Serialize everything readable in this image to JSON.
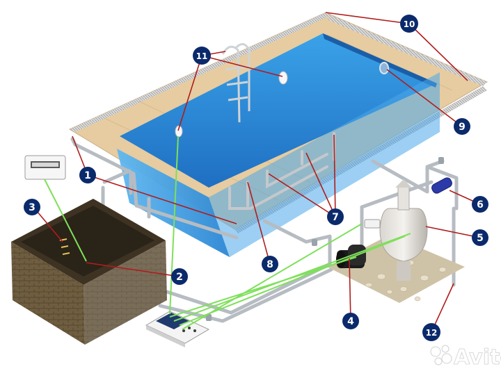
{
  "diagram": {
    "markers": [
      {
        "id": "m1",
        "label": "1"
      },
      {
        "id": "m2",
        "label": "2"
      },
      {
        "id": "m3",
        "label": "3"
      },
      {
        "id": "m4",
        "label": "4"
      },
      {
        "id": "m5",
        "label": "5"
      },
      {
        "id": "m6",
        "label": "6"
      },
      {
        "id": "m7",
        "label": "7"
      },
      {
        "id": "m8",
        "label": "8"
      },
      {
        "id": "m9",
        "label": "9"
      },
      {
        "id": "m10",
        "label": "10"
      },
      {
        "id": "m11",
        "label": "11"
      },
      {
        "id": "m12",
        "label": "12"
      }
    ],
    "colors": {
      "marker_fill": "#0b2a6b",
      "red_leader": "#b01c1c",
      "green_leader": "#7ee05a",
      "water": "#2f8fd8",
      "deck": "#e3c79a",
      "pipe": "#b9bec4",
      "brick": "#6b5a3c"
    }
  },
  "watermark": {
    "text": "Avito",
    "icon": "avito-logo-icon"
  }
}
